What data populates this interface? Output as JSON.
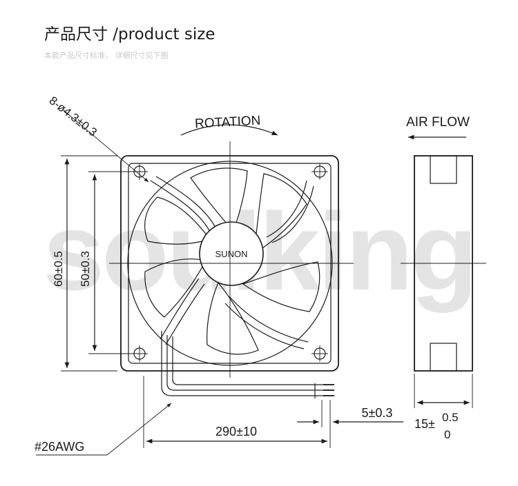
{
  "header": {
    "title": "产品尺寸 /product size",
    "subtitle": "本款产品尺寸标准， 详细尺寸见下图"
  },
  "watermark": "soulking",
  "fan_label": "SUNON",
  "labels": {
    "rotation": "ROTATION",
    "air_flow": "AIR FLOW",
    "hole_spec": "8-ø4.3±0.3",
    "outer_size": "60±0.5",
    "hole_pitch": "50±0.3",
    "cable_length": "290±10",
    "strip_length": "5±0.3",
    "wire_gauge": "#26AWG",
    "thickness_base": "15±",
    "thickness_upper": "0.5",
    "thickness_lower": "0"
  },
  "colors": {
    "line": "#1a1a1a",
    "watermark": "#e4e4e4",
    "subtitle": "#c8c8c8"
  }
}
